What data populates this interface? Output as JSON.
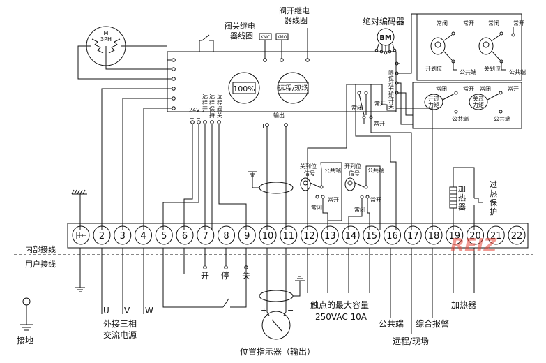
{
  "top": {
    "close_relay_coil": [
      "阀关继电",
      "器线圈"
    ],
    "open_relay_coil": [
      "阀开继电",
      "器线圈"
    ],
    "kmc": "KMC",
    "kmo": "KMO",
    "encoder": "绝对编码器",
    "bm": "BM",
    "motor_m": "M",
    "motor_3ph": "3PH"
  },
  "board": {
    "display_percent": "100%",
    "remote_local_button": "远程/现场",
    "output_label": "输出",
    "plus": "+",
    "minus": "−",
    "v24": "24V",
    "v24_plus": "+",
    "v24_minus": "−",
    "remote_open": [
      "远",
      "程",
      "开"
    ],
    "remote_hold": [
      "远",
      "程",
      "保",
      "持"
    ],
    "remote_close": [
      "远",
      "程",
      "阀",
      "关"
    ],
    "limit_overtorque": [
      "限",
      "位",
      "过",
      "力",
      "矩",
      "开",
      "关"
    ],
    "nc": "常闭",
    "no": "常开"
  },
  "switches": {
    "nc": "常闭",
    "no": "常开",
    "open_limit": "开到位",
    "close_limit": "关到位",
    "common": "公共端",
    "open_overtorque": [
      "开过",
      "力矩"
    ],
    "close_overtorque": [
      "关过",
      "力矩"
    ]
  },
  "signals": {
    "close_signal": [
      "关到位",
      "信号"
    ],
    "open_signal": [
      "开到位",
      "信号"
    ],
    "common": "公共端",
    "nc": "常闭",
    "no": "常开"
  },
  "heater": {
    "label": [
      "加",
      "热",
      "器"
    ],
    "overheat": [
      "过",
      "热",
      "保",
      "护"
    ]
  },
  "terminals": [
    "2",
    "3",
    "4",
    "5",
    "6",
    "7",
    "8",
    "9",
    "10",
    "11",
    "12",
    "13",
    "14",
    "15",
    "16",
    "17",
    "18",
    "19",
    "20",
    "21",
    "22"
  ],
  "row_labels": {
    "internal": "内部接线",
    "user": "用户接线"
  },
  "bottom": {
    "u": "U",
    "v": "V",
    "w": "W",
    "three_phase": [
      "外接三相",
      "交流电源"
    ],
    "ground": "接地",
    "open": "开",
    "stop": "停",
    "close": "关",
    "contact_capacity": [
      "触点的最大容量",
      "250VAC 10A"
    ],
    "common": "公共端",
    "alarm": "综合报警",
    "remote_local": "远程/现场",
    "heater": "加热器",
    "indicator": "位置指示器（输出）"
  },
  "watermark": "REIZ",
  "colors": {
    "line": "#111111",
    "watermark": "#e8463a"
  }
}
